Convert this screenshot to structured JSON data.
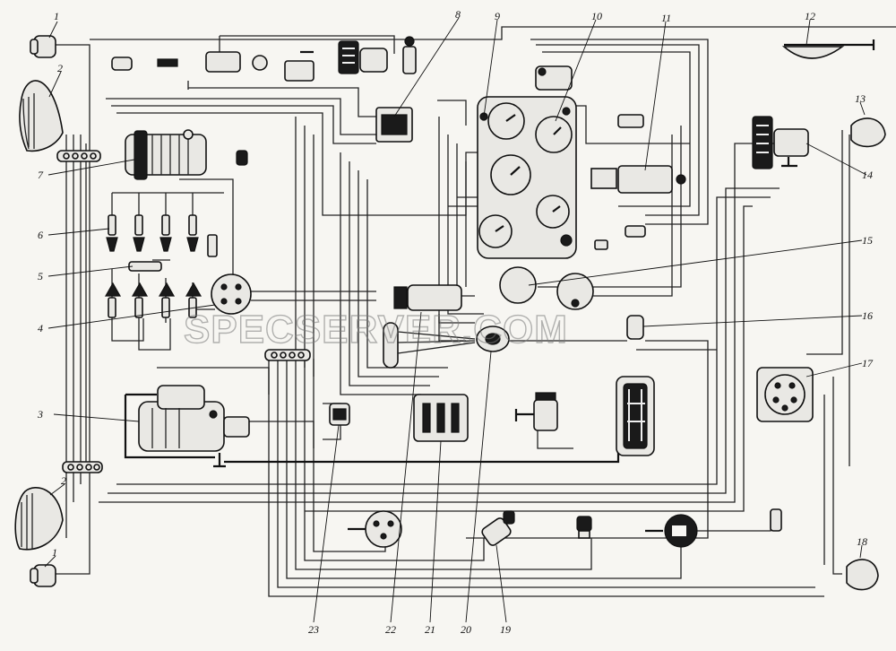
{
  "watermark": "SPECSERVER.COM",
  "callouts": [
    {
      "id": "1",
      "label": "1"
    },
    {
      "id": "2",
      "label": "2"
    },
    {
      "id": "3",
      "label": "3"
    },
    {
      "id": "4",
      "label": "4"
    },
    {
      "id": "5",
      "label": "5"
    },
    {
      "id": "6",
      "label": "6"
    },
    {
      "id": "7",
      "label": "7"
    },
    {
      "id": "8",
      "label": "8"
    },
    {
      "id": "9",
      "label": "9"
    },
    {
      "id": "10",
      "label": "10"
    },
    {
      "id": "11",
      "label": "11"
    },
    {
      "id": "12",
      "label": "12"
    },
    {
      "id": "13",
      "label": "13"
    },
    {
      "id": "14",
      "label": "14"
    },
    {
      "id": "15",
      "label": "15"
    },
    {
      "id": "16",
      "label": "16"
    },
    {
      "id": "17",
      "label": "17"
    },
    {
      "id": "18",
      "label": "18"
    },
    {
      "id": "19",
      "label": "19"
    },
    {
      "id": "20",
      "label": "20"
    },
    {
      "id": "21",
      "label": "21"
    },
    {
      "id": "22",
      "label": "22"
    },
    {
      "id": "23",
      "label": "23"
    }
  ]
}
